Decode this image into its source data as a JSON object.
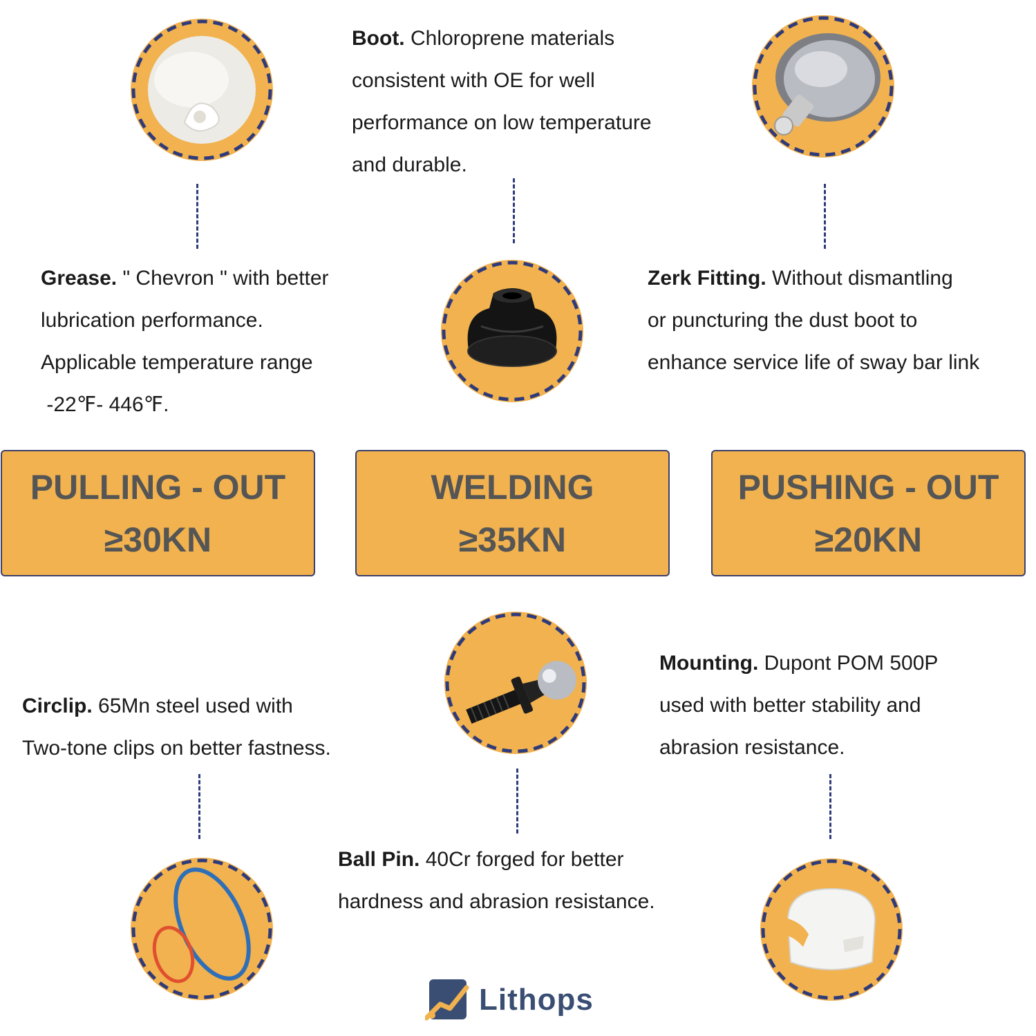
{
  "features": {
    "boot": {
      "title": "Boot.",
      "lines": [
        "Chloroprene materials",
        "consistent with OE for well",
        "performance on low temperature",
        "and durable."
      ]
    },
    "grease": {
      "title": "Grease.",
      "lines": [
        "\" Chevron \" with better",
        "lubrication performance.",
        "Applicable temperature range",
        " -22℉- 446℉."
      ]
    },
    "zerk": {
      "title": "Zerk Fitting.",
      "lines": [
        "Without dismantling",
        "or puncturing the dust boot to",
        "enhance service life of sway bar link"
      ]
    },
    "circlip": {
      "title": "Circlip.",
      "lines": [
        "65Mn steel used with",
        "Two-tone clips on better fastness."
      ]
    },
    "mounting": {
      "title": "Mounting.",
      "lines": [
        "Dupont POM 500P",
        "used with better stability and",
        "abrasion resistance."
      ]
    },
    "ballpin": {
      "title": "Ball Pin.",
      "lines": [
        "40Cr forged for better",
        "hardness and abrasion resistance."
      ]
    }
  },
  "stats": [
    {
      "label": "PULLING - OUT",
      "value": "≥30KN"
    },
    {
      "label": "WELDING",
      "value": "≥35KN"
    },
    {
      "label": "PUSHING - OUT",
      "value": "≥20KN"
    }
  ],
  "brand": {
    "name": "Lithops",
    "icon": "lithops-logo-icon"
  },
  "icons": [
    "grease-icon",
    "zerk-fitting-icon",
    "dust-boot-icon",
    "ball-pin-icon",
    "circlip-icon",
    "mounting-bushing-icon"
  ],
  "colors": {
    "circle_fill": "#f1b24f",
    "dash": "#2e3a7a",
    "stat_text": "#555555",
    "brand": "#3a4e73"
  }
}
